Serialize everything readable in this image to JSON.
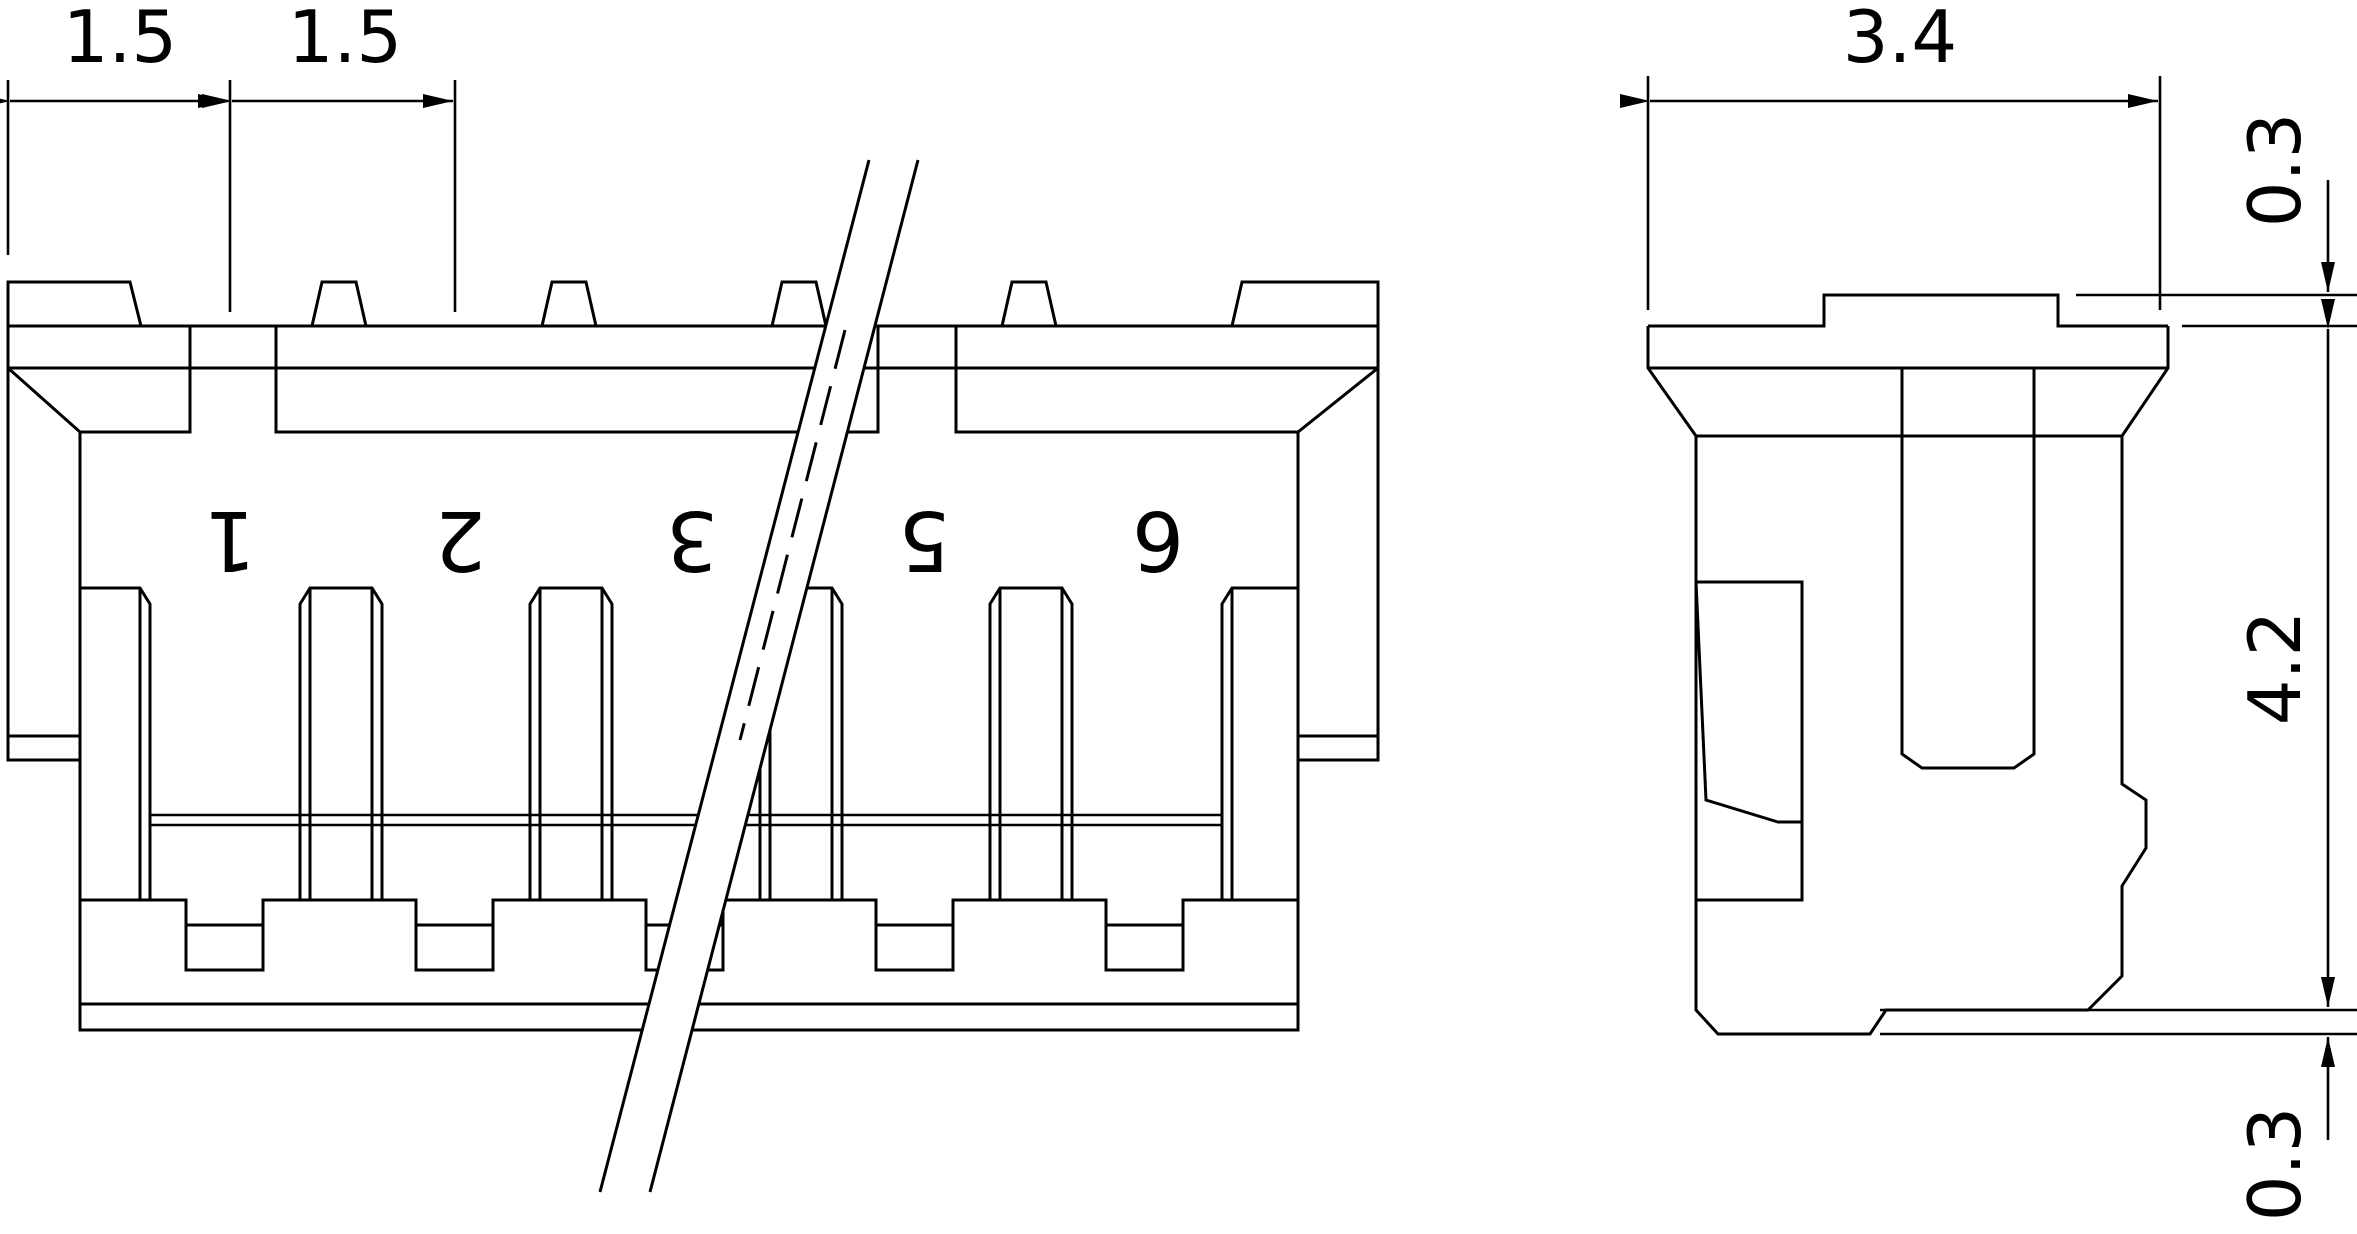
{
  "dimensions": {
    "pitch_1": "1.5",
    "pitch_2": "1.5",
    "width": "3.4",
    "top_offset": "0.3",
    "height": "4.2",
    "bottom_offset": "0.3"
  },
  "pin_labels": [
    "1",
    "2",
    "3",
    "5",
    "6"
  ]
}
